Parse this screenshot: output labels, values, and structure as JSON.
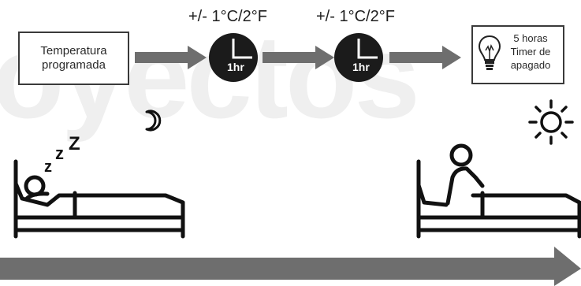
{
  "watermark": "oyectos",
  "start_box": {
    "line1": "Temperatura",
    "line2": "programada"
  },
  "steps": [
    {
      "temp": "+/- 1°C/2°F",
      "clock_label": "1hr"
    },
    {
      "temp": "+/- 1°C/2°F",
      "clock_label": "1hr"
    }
  ],
  "end_box": {
    "line1": "5 horas",
    "line2": "Timer de",
    "line3": "apagado"
  },
  "sleep_marks": [
    "z",
    "z",
    "Z"
  ],
  "icons": {
    "moon": "moon-icon",
    "sun": "sun-icon",
    "bulb": "light-bulb-icon",
    "sleeping": "sleeping-person-in-bed-icon",
    "awake": "person-sitting-up-in-bed-icon",
    "clock": "clock-icon"
  },
  "colors": {
    "arrow": "#6e6e6e",
    "clock": "#1b1b1b",
    "ink": "#111111"
  }
}
